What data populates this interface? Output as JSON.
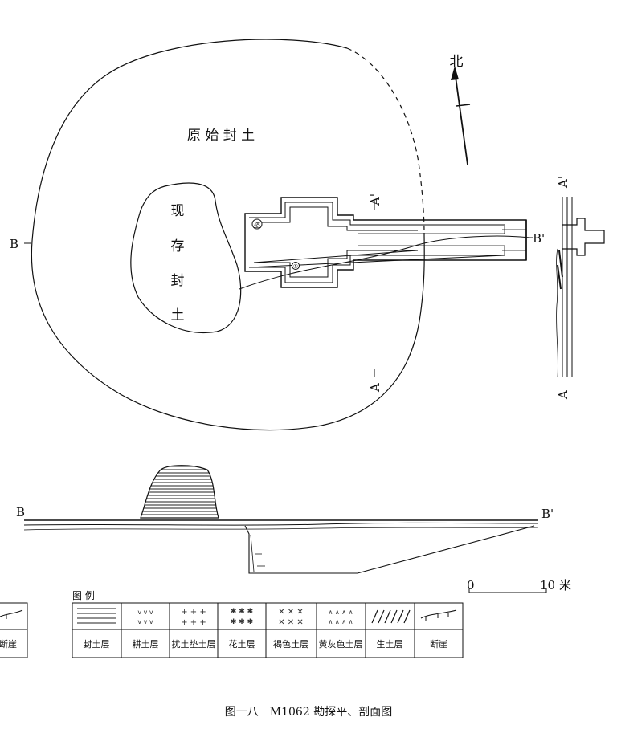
{
  "plan": {
    "original_mound_label": "原 始 封 土",
    "remaining_mound_chars": [
      "现",
      "存",
      "封",
      "土"
    ],
    "north_label": "北",
    "section_marks": {
      "b_left": "B",
      "b_right": "B'",
      "a_top": "A'",
      "a_bottom": "A"
    },
    "small_labels": [
      "盗",
      "⑤"
    ]
  },
  "section_aa": {
    "top_label": "A'",
    "bottom_label": "A"
  },
  "section_bb": {
    "left_label": "B",
    "right_label": "B'"
  },
  "scale_bar": {
    "zero": "0",
    "end": "10",
    "unit": "米"
  },
  "legend": {
    "title": "图 例",
    "items": [
      {
        "label": "封土层",
        "symbol": "horizontal-lines"
      },
      {
        "label": "耕土层",
        "symbol": "v-pattern"
      },
      {
        "label": "扰土垫土层",
        "symbol": "cross-pattern"
      },
      {
        "label": "花土层",
        "symbol": "asterisk-pattern"
      },
      {
        "label": "褐色土层",
        "symbol": "x-pattern"
      },
      {
        "label": "黄灰色土层",
        "symbol": "caret-pattern"
      },
      {
        "label": "生土层",
        "symbol": "slash-pattern"
      },
      {
        "label": "断崖",
        "symbol": "cliff-line"
      }
    ],
    "partial_label": "断崖"
  },
  "caption": "图一八　M1062 勘探平、剖面图"
}
